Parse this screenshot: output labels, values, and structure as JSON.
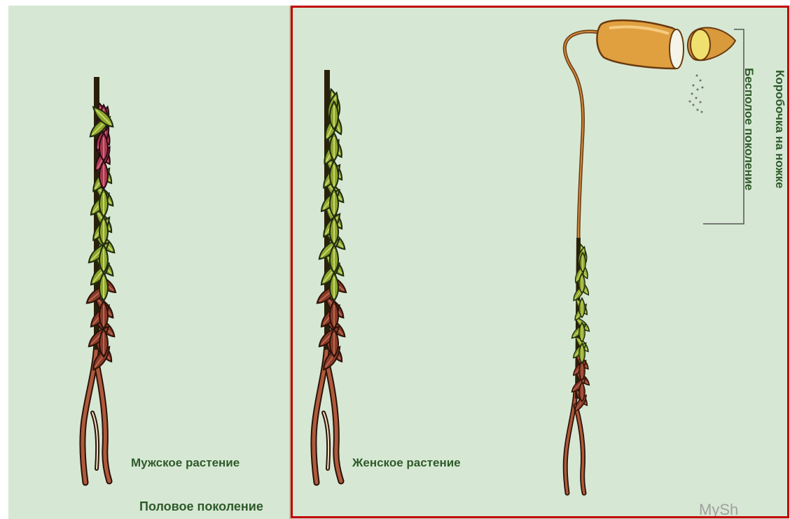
{
  "labels": {
    "male_plant": "Мужское растение",
    "female_plant": "Женское растение",
    "sexual_generation": "Половое поколение",
    "capsule_on_stalk": "Коробочка на ножке",
    "asexual_generation": "Бесполое поколение"
  },
  "watermark": "MySh",
  "colors": {
    "background": "#d6e8d4",
    "highlight_border": "#c00000",
    "label_text": "#2f5a2a",
    "leaf_green": "#8ea52c",
    "leaf_red": "#a83a4e",
    "leaf_brown": "#8a3a2a",
    "capsule": "#e0a040",
    "bracket": "#555555"
  }
}
